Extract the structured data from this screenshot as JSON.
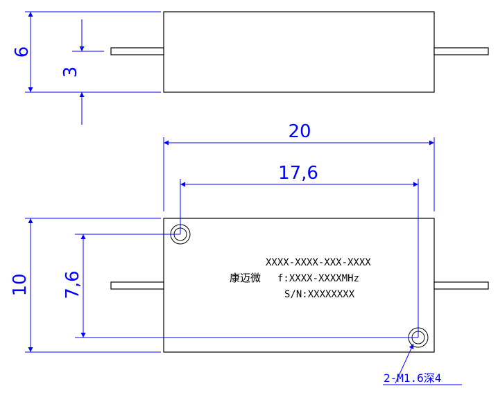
{
  "dimensions": {
    "side_height": "6",
    "side_pin_offset": "3",
    "overall_length": "20",
    "hole_spacing_x": "17,6",
    "overall_width": "10",
    "hole_spacing_y": "7,6"
  },
  "label": {
    "part_number": "XXXX-XXXX-XXX-XXXX",
    "brand": "康迈微",
    "frequency": "f:XXXX-XXXXMHz",
    "serial": "S/N:XXXXXXXX"
  },
  "hole_note": "2-M1.6深4",
  "colors": {
    "dimension": "#0000ff",
    "outline": "#000000"
  }
}
